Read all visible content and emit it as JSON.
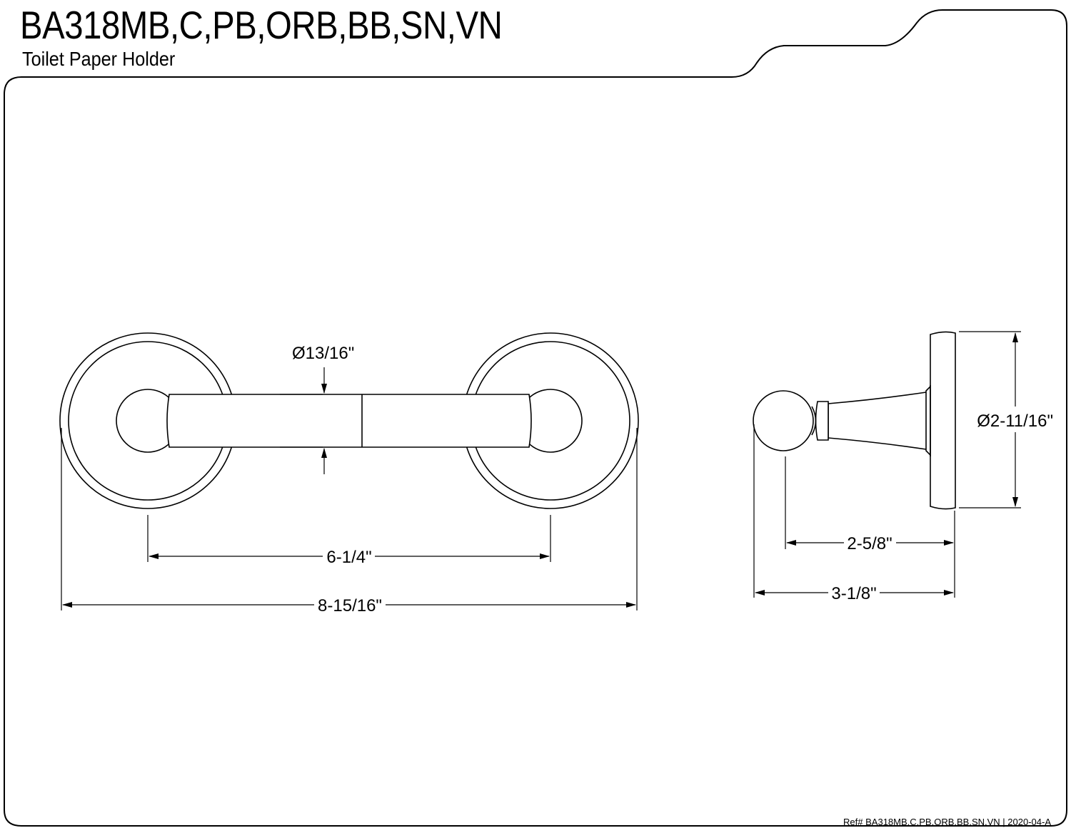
{
  "header": {
    "model": "BA318MB,C,PB,ORB,BB,SN,VN",
    "product": "Toilet Paper Holder"
  },
  "dimensions": {
    "tube_diameter": "Ø13/16\"",
    "post_spacing": "6-1/4\"",
    "overall_width": "8-15/16\"",
    "flange_diameter": "Ø2-11/16\"",
    "projection_inner": "2-5/8\"",
    "projection_overall": "3-1/8\""
  },
  "footer": {
    "reference": "Ref# BA318MB,C,PB,ORB,BB,SN,VN | 2020-04-A"
  }
}
